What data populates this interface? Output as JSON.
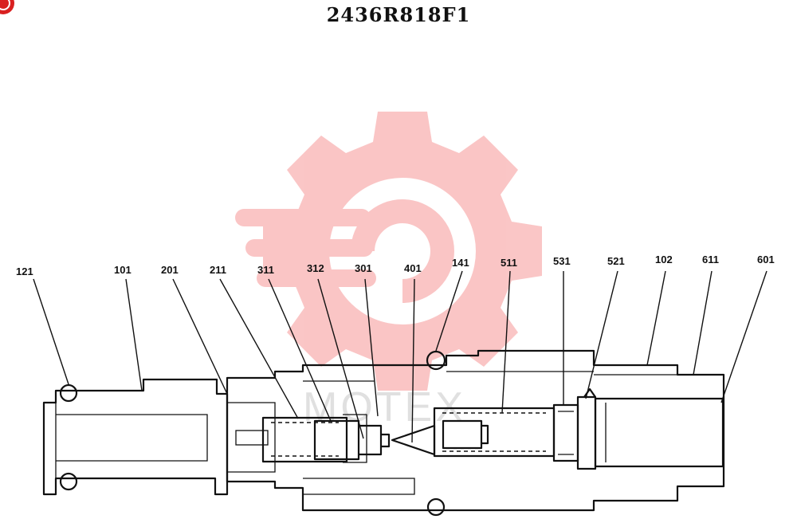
{
  "title": "2436R818F1",
  "colors": {
    "watermark": "#f26a6a",
    "line": "#111111",
    "badge": "#d92020"
  },
  "icons": {
    "corner": "corner-badge-icon",
    "watermark": "gear-logo-watermark-icon"
  },
  "watermark_text": "MOTEX",
  "part_labels": [
    "121",
    "101",
    "201",
    "211",
    "311",
    "312",
    "301",
    "401",
    "141",
    "511",
    "531",
    "521",
    "102",
    "611",
    "601"
  ]
}
